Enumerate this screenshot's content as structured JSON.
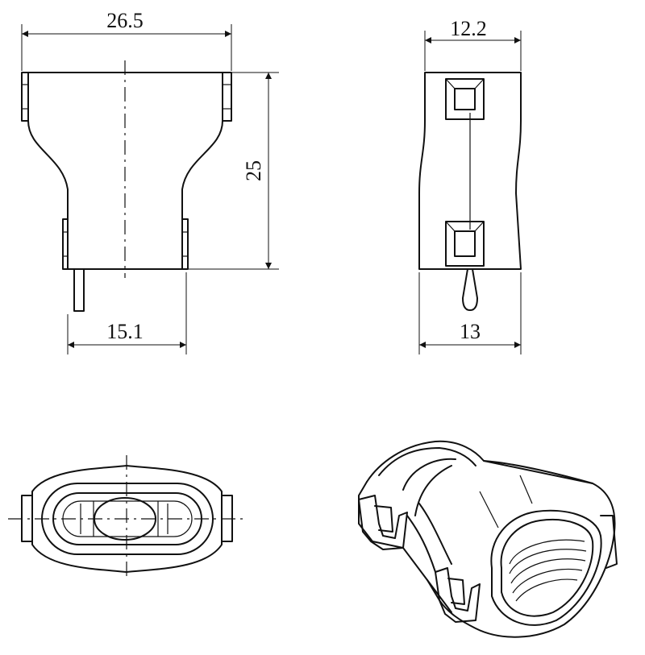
{
  "dimensions": {
    "front_top_width": "26.5",
    "front_height": "25",
    "front_bottom_width": "15.1",
    "side_top_width": "12.2",
    "side_bottom_width": "13"
  },
  "colors": {
    "line": "#111111",
    "background": "#ffffff"
  }
}
